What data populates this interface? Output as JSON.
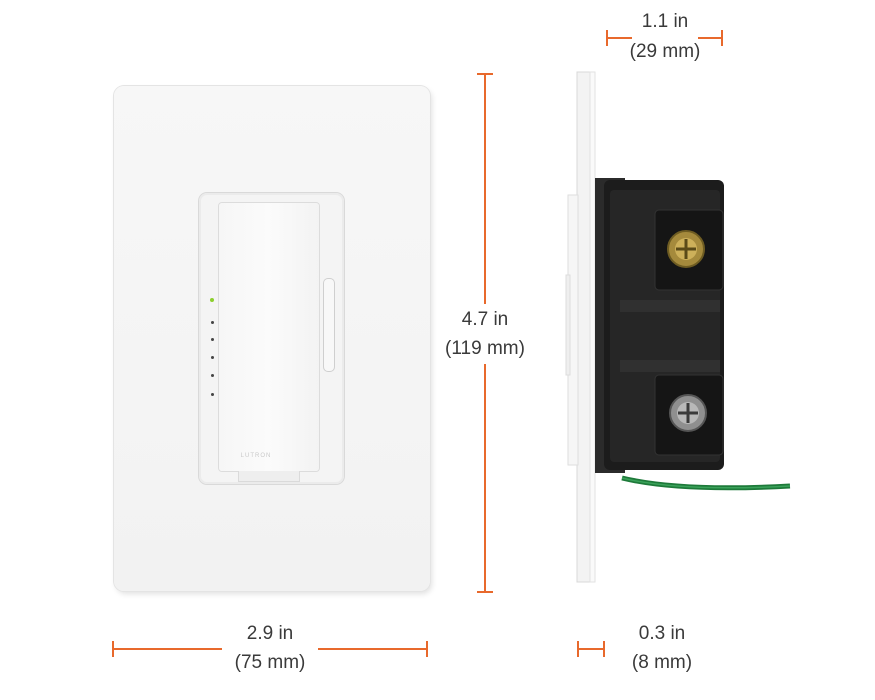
{
  "dimensions": {
    "depth_total": {
      "line1": "1.1 in",
      "line2": "(29 mm)"
    },
    "height": {
      "line1": "4.7 in",
      "line2": "(119 mm)"
    },
    "width": {
      "line1": "2.9 in",
      "line2": "(75 mm)"
    },
    "plate_depth": {
      "line1": "0.3 in",
      "line2": "(8 mm)"
    }
  },
  "brand": "LUTRON",
  "colors": {
    "dimension_lines": "#e8692c",
    "led_on": "#8ccf2d",
    "ground_wire": "#1e7a3a"
  }
}
